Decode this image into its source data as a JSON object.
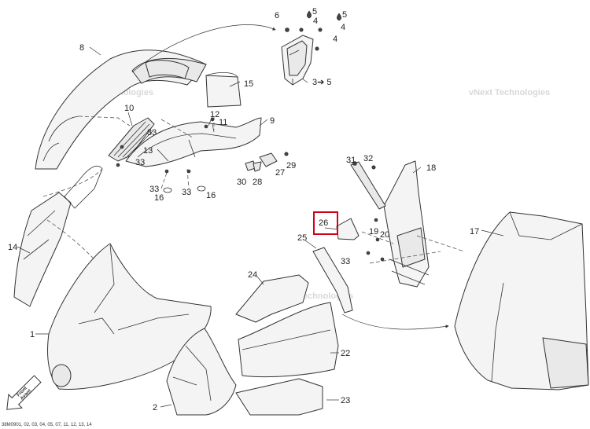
{
  "watermark": "vNext Technologies",
  "footer_code": "38M0901, 02, 03, 04, 05, 07, 11, 12, 13, 14",
  "front_arrow": {
    "line1": "Front",
    "line2": "Avant"
  },
  "callouts": {
    "c1": "1",
    "c2": "2",
    "c3_5": "3➔ 5",
    "c4a": "4",
    "c4b": "4",
    "c4c": "4",
    "c5a": "5",
    "c5b": "5",
    "c6": "6",
    "c8": "8",
    "c9": "9",
    "c10": "10",
    "c11": "11",
    "c12": "12",
    "c13": "13",
    "c14": "14",
    "c15": "15",
    "c16a": "16",
    "c16b": "16",
    "c17": "17",
    "c18": "18",
    "c19": "19",
    "c20": "20",
    "c22": "22",
    "c23": "23",
    "c24": "24",
    "c25": "25",
    "c26": "26",
    "c27": "27",
    "c28": "28",
    "c29": "29",
    "c30": "30",
    "c31": "31",
    "c32": "32",
    "c33a": "33",
    "c33b": "33",
    "c33c": "33",
    "c33d": "33",
    "c33e": "33"
  },
  "highlight": {
    "callout": "26",
    "color": "#d0021b"
  }
}
